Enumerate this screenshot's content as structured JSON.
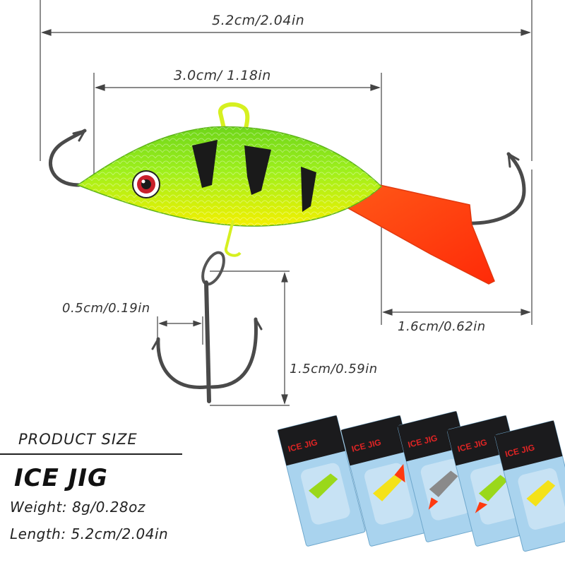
{
  "dimensions": {
    "total_length": "5.2cm/2.04in",
    "body_length": "3.0cm/ 1.18in",
    "hook_gap": "0.5cm/0.19in",
    "tail_length": "1.6cm/0.62in",
    "treble_height": "1.5cm/0.59in"
  },
  "product": {
    "section_title": "PRODUCT SIZE",
    "name": "ICE JIG",
    "weight_label": "Weight:",
    "weight_value": "8g/0.28oz",
    "length_label": "Length:",
    "length_value": "5.2cm/2.04in"
  },
  "packaging": {
    "brand": "ICE JIG",
    "count": 5
  },
  "colors": {
    "body_green": "#7fe81a",
    "body_yellow": "#f4f000",
    "stripe_black": "#1a1a1a",
    "tail_red": "#ff3a10",
    "line_ring": "#d6f020",
    "hook_metal": "#4a4a4a",
    "pack_blue": "#a9d3ee",
    "pack_header": "#1b1b1d",
    "pack_brand_red": "#e02424"
  }
}
